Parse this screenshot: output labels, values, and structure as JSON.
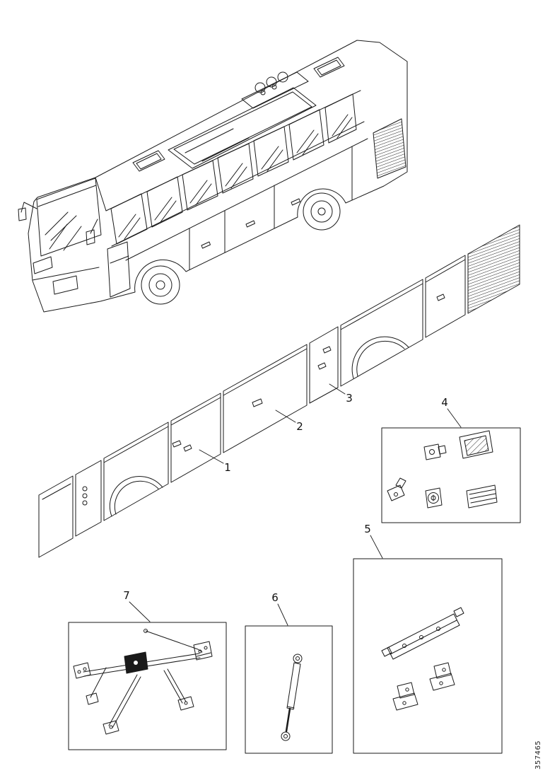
{
  "diagram": {
    "figure_type": "exploded-parts-diagram",
    "part_number": "357465",
    "callouts": [
      {
        "label": "1"
      },
      {
        "label": "2"
      },
      {
        "label": "3"
      },
      {
        "label": "4"
      },
      {
        "label": "5"
      },
      {
        "label": "6"
      },
      {
        "label": "7"
      }
    ]
  }
}
